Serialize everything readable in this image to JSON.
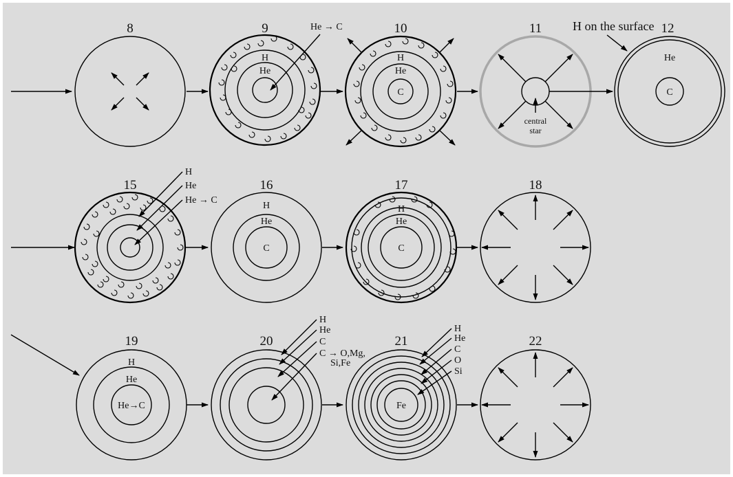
{
  "stages": {
    "s8": {
      "num": "8"
    },
    "s9": {
      "num": "9",
      "outer": "H",
      "inner": "He",
      "reaction": "He → C"
    },
    "s10": {
      "num": "10",
      "outer": "H",
      "inner": "He",
      "core": "C"
    },
    "s11": {
      "num": "11",
      "core_label_1": "central",
      "core_label_2": "star"
    },
    "s12": {
      "num": "12",
      "caption": "H on the surface",
      "inner": "He",
      "core": "C"
    },
    "s15": {
      "num": "15",
      "l1": "H",
      "l2": "He",
      "l3": "He  → C"
    },
    "s16": {
      "num": "16",
      "outer": "H",
      "inner": "He",
      "core": "C"
    },
    "s17": {
      "num": "17",
      "outer": "H",
      "inner": "He",
      "core": "C"
    },
    "s18": {
      "num": "18"
    },
    "s19": {
      "num": "19",
      "outer": "H",
      "inner": "He",
      "core": "He→C"
    },
    "s20": {
      "num": "20",
      "l1": "H",
      "l2": "He",
      "l3": "C",
      "l4": "C → O,Mg,",
      "l5": "Si,Fe"
    },
    "s21": {
      "num": "21",
      "l1": "H",
      "l2": "He",
      "l3": "C",
      "l4": "O",
      "l5": "Si",
      "core": "Fe"
    },
    "s22": {
      "num": "22"
    }
  }
}
